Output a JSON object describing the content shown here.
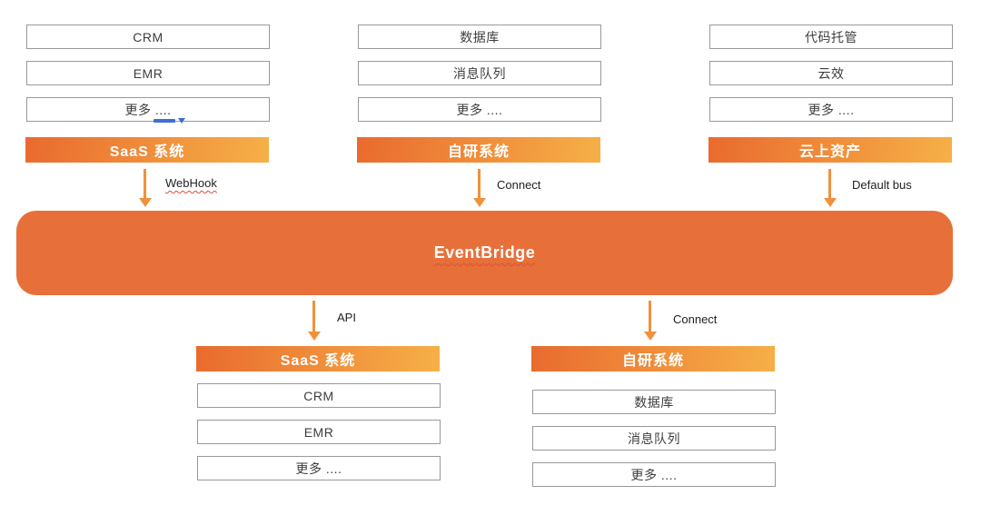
{
  "diagram": {
    "top_columns": [
      {
        "boxes": [
          "CRM",
          "EMR",
          "更多 ...."
        ],
        "bar_label": "SaaS 系统",
        "arrow_label": "WebHook"
      },
      {
        "boxes": [
          "数据库",
          "消息队列",
          "更多 ...."
        ],
        "bar_label": "自研系统",
        "arrow_label": "Connect"
      },
      {
        "boxes": [
          "代码托管",
          "云效",
          "更多 ...."
        ],
        "bar_label": "云上资产",
        "arrow_label": "Default bus"
      }
    ],
    "bus": {
      "label": "EventBridge"
    },
    "bottom_columns": [
      {
        "arrow_label": "API",
        "bar_label": "SaaS 系统",
        "boxes": [
          "CRM",
          "EMR",
          "更多 ...."
        ]
      },
      {
        "arrow_label": "Connect",
        "bar_label": "自研系统",
        "boxes": [
          "数据库",
          "消息队列",
          "更多 ...."
        ]
      }
    ]
  },
  "colors": {
    "bus_fill": "#E7703A",
    "bar_gradient_start": "#E96A2E",
    "bar_gradient_end": "#F6B047",
    "arrow": "#F0913C",
    "box_border": "#999999",
    "box_text": "#3D3D3D",
    "label_text": "#222222",
    "spellcheck_underline": "#D94F3D",
    "autocorrect_widget_blue": "#3F6FD0"
  }
}
